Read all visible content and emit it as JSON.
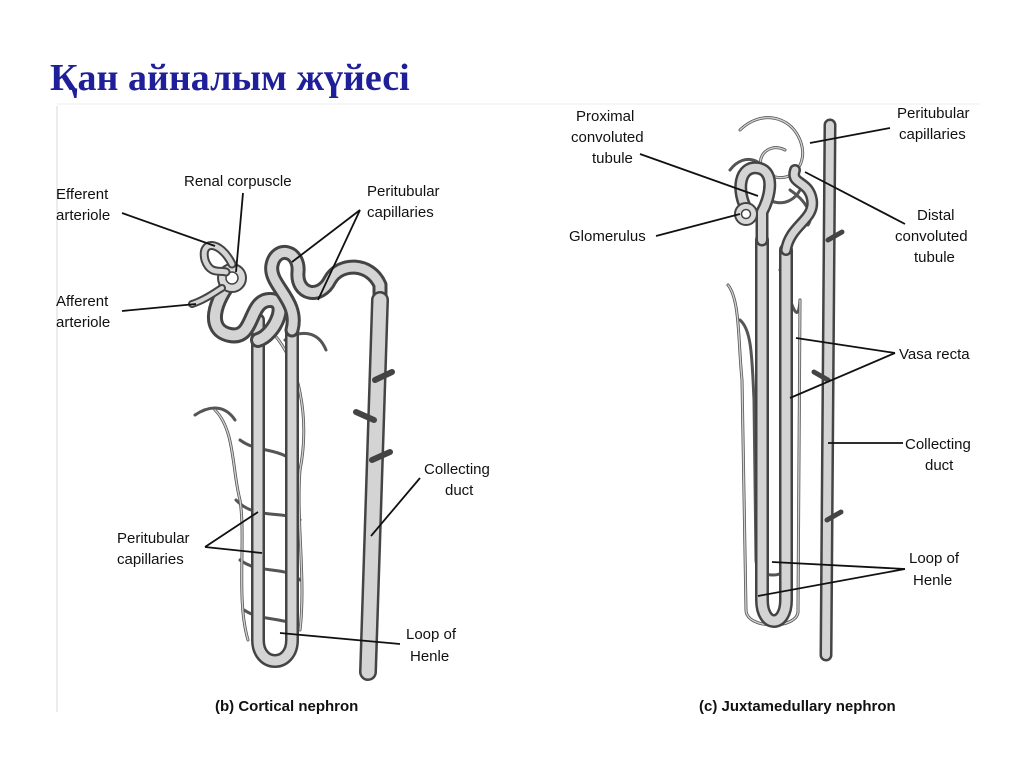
{
  "slide": {
    "title": "Қан айналым жүйесі",
    "title_color": "#1f1f99"
  },
  "cortical": {
    "caption": "(b) Cortical nephron",
    "labels": {
      "renal_corpuscle": "Renal corpuscle",
      "efferent_1": "Efferent",
      "efferent_2": "arteriole",
      "afferent_1": "Afferent",
      "afferent_2": "arteriole",
      "peritubular_top_1": "Peritubular",
      "peritubular_top_2": "capillaries",
      "peritubular_bottom_1": "Peritubular",
      "peritubular_bottom_2": "capillaries",
      "collecting_1": "Collecting",
      "collecting_2": "duct",
      "loop_1": "Loop of",
      "loop_2": "Henle"
    }
  },
  "juxtamedullary": {
    "caption": "(c) Juxtamedullary nephron",
    "labels": {
      "proximal_1": "Proximal",
      "proximal_2": "convoluted",
      "proximal_3": "tubule",
      "glomerulus": "Glomerulus",
      "peritubular_1": "Peritubular",
      "peritubular_2": "capillaries",
      "distal_1": "Distal",
      "distal_2": "convoluted",
      "distal_3": "tubule",
      "vasa_recta": "Vasa recta",
      "collecting_1": "Collecting",
      "collecting_2": "duct",
      "loop_1": "Loop of",
      "loop_2": "Henle"
    }
  }
}
